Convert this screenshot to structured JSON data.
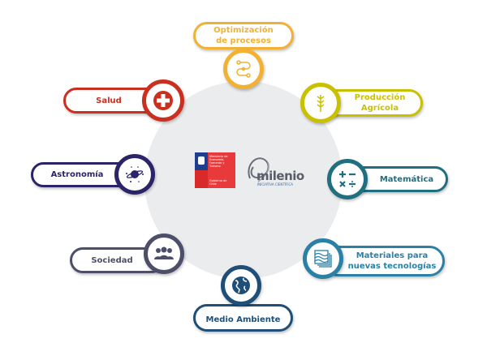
{
  "center": {
    "gov_logo_text": [
      "Ministerio de Economía, Fomento y Turismo",
      "Gobierno de Chile"
    ],
    "milenio_logo": {
      "word": "milenio",
      "subtitle": "INICIATIVA CIENTÍFICA"
    }
  },
  "nodes": [
    {
      "label": "Optimización de procesos",
      "color": "#f3b134",
      "icon": "process-flow-icon"
    },
    {
      "label": "Producción Agrícola",
      "color": "#c9c100",
      "icon": "wheat-icon"
    },
    {
      "label": "Salud",
      "color": "#c9301f",
      "icon": "medical-cross-icon"
    },
    {
      "label": "Astronomía",
      "color": "#2b2468",
      "icon": "planet-icon"
    },
    {
      "label": "Matemática",
      "color": "#1f6f7f",
      "icon": "math-operators-icon"
    },
    {
      "label": "Sociedad",
      "color": "#4d4f6a",
      "icon": "people-icon"
    },
    {
      "label": "Materiales para nuevas tecnologías",
      "color": "#2a80a5",
      "icon": "material-layers-icon"
    },
    {
      "label": "Medio Ambiente",
      "color": "#1e4f78",
      "icon": "globe-icon"
    }
  ]
}
